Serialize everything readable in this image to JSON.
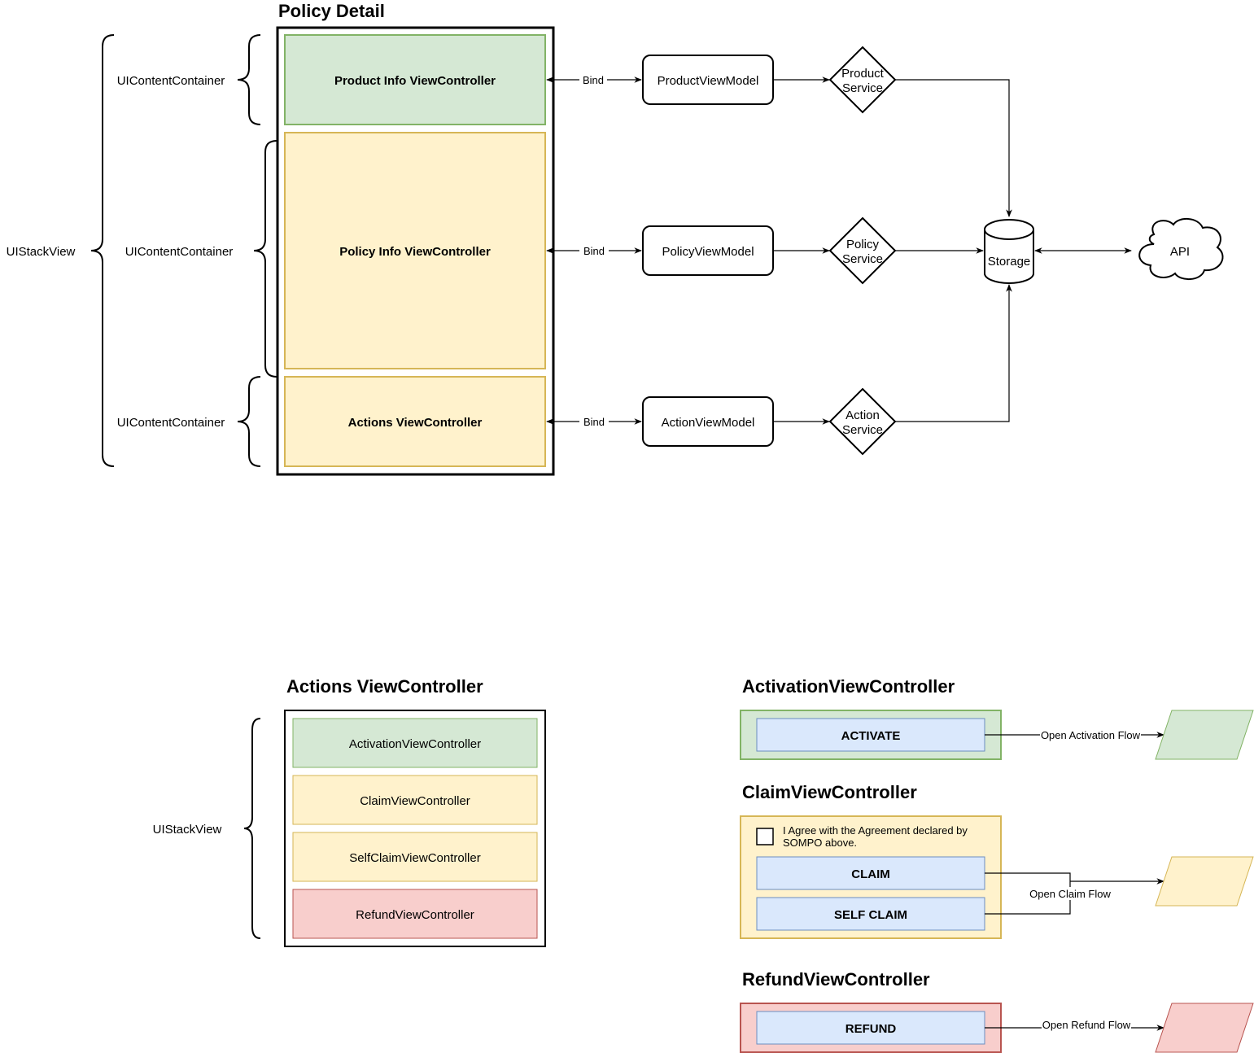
{
  "top": {
    "title": "Policy Detail",
    "stack_label": "UIStackView",
    "containers": [
      {
        "label": "UIContentContainer",
        "controller": "Product Info ViewController",
        "viewmodel": "ProductViewModel",
        "service_line1": "Product",
        "service_line2": "Service",
        "bind": "Bind"
      },
      {
        "label": "UIContentContainer",
        "controller": "Policy Info ViewController",
        "viewmodel": "PolicyViewModel",
        "service_line1": "Policy",
        "service_line2": "Service",
        "bind": "Bind"
      },
      {
        "label": "UIContentContainer",
        "controller": "Actions ViewController",
        "viewmodel": "ActionViewModel",
        "service_line1": "Action",
        "service_line2": "Service",
        "bind": "Bind"
      }
    ],
    "storage": "Storage",
    "api": "API"
  },
  "actions": {
    "title": "Actions ViewController",
    "stack_label": "UIStackView",
    "items": [
      "ActivationViewController",
      "ClaimViewController",
      "SelfClaimViewController",
      "RefundViewController"
    ]
  },
  "activation": {
    "title": "ActivationViewController",
    "button": "ACTIVATE",
    "flow": "Open Activation Flow"
  },
  "claim": {
    "title": "ClaimViewController",
    "agreement_line1": "I Agree with the Agreement declared by",
    "agreement_line2": "SOMPO above.",
    "claim_button": "CLAIM",
    "self_claim_button": "SELF CLAIM",
    "flow": "Open Claim Flow"
  },
  "refund": {
    "title": "RefundViewController",
    "button": "REFUND",
    "flow": "Open Refund Flow"
  },
  "colors": {
    "green_fill": "#d5e8d4",
    "green_stroke": "#82b366",
    "yellow_fill": "#fff2cc",
    "yellow_stroke": "#d6b656",
    "red_fill": "#f8cecc",
    "red_stroke": "#b85450",
    "blue_fill": "#dae8fc",
    "blue_stroke": "#6c8ebf"
  }
}
